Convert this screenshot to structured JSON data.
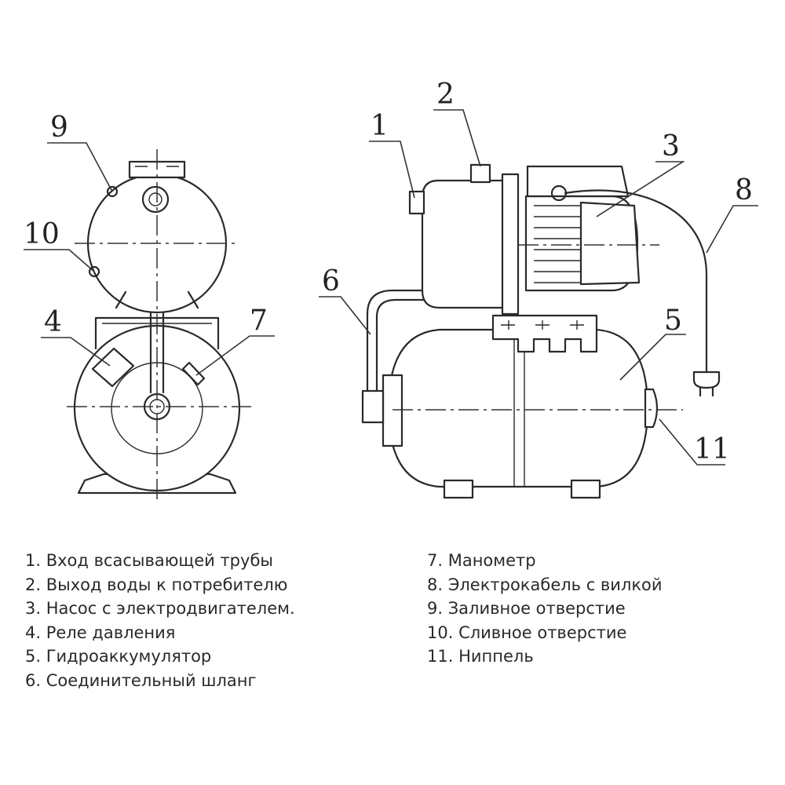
{
  "callouts": {
    "c1": "1",
    "c2": "2",
    "c3": "3",
    "c4": "4",
    "c5": "5",
    "c6": "6",
    "c7": "7",
    "c8": "8",
    "c9": "9",
    "c10": "10",
    "c11": "11"
  },
  "legend": {
    "left": [
      "1. Вход всасывающей трубы",
      "2. Выход воды к потребителю",
      "3. Насос с электродвигателем.",
      "4. Реле давления",
      "5. Гидроаккумулятор",
      "6. Соединительный шланг"
    ],
    "right": [
      "7. Манометр",
      "8. Электрокабель с вилкой",
      "9. Заливное отверстие",
      "10. Сливное отверстие",
      "11. Ниппель"
    ]
  }
}
